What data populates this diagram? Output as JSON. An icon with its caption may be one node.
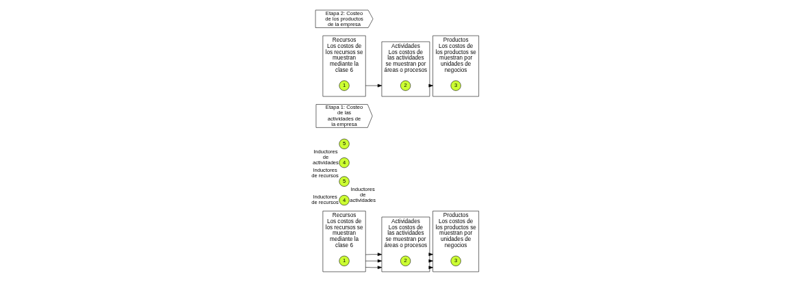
{
  "diagram": {
    "nodes": [
      {
        "text": [
          "Recursos",
          "Los costos de los recursos se muestran mediante la clase 6"
        ]
      },
      {
        "text": [
          "1"
        ],
        "in": 0
      },
      {
        "text": [
          "Actividades",
          "Los costos de las actividades se muestran por áreas o procesos"
        ]
      },
      {
        "text": [
          "2"
        ],
        "in": 2
      },
      {
        "text": [
          "Productos",
          "Los costos de los productos se muestran por unidades de negocios"
        ]
      },
      {
        "text": [
          "3"
        ],
        "in": 4
      },
      {
        "text": [
          "4"
        ],
        "beside": [
          "Inductores de recursos"
        ]
      },
      {
        "text": [
          "5"
        ],
        "beside": [
          "Inductores de actividades"
        ]
      },
      {
        "text": [
          "4"
        ],
        "beside": [
          "Inductores de recursos"
        ]
      },
      {
        "text": [
          "5"
        ],
        "beside": [
          "Inductores de actividades"
        ]
      },
      {
        "text": [
          "Etapa 1: Costeo de las actividades de la empresa"
        ]
      },
      {
        "text": [
          "Recursos",
          "Los costos de los recursos se muestran mediante la clase 6"
        ]
      },
      {
        "text": [
          "1"
        ],
        "in": 11
      },
      {
        "text": [
          "Actividades",
          "Los costos de las actividades se muestran por áreas o procesos"
        ]
      },
      {
        "text": [
          "2"
        ],
        "in": 13
      },
      {
        "text": [
          "Productos",
          "Los costos de los productos se muestran por unidades de negocios"
        ]
      },
      {
        "text": [
          "3"
        ],
        "in": 15
      },
      {
        "text": [
          "Etapa 2: Costeo de los productos de la empresa"
        ]
      }
    ],
    "edges": [
      {
        "from": 0,
        "to": 2,
        "arrow": "to"
      },
      {
        "from": 2,
        "to": 4,
        "arrow": "to"
      },
      {
        "from": 0,
        "to": 2,
        "arrow": "to"
      },
      {
        "from": 2,
        "to": 4,
        "arrow": "to"
      },
      {
        "from": 0,
        "to": 2,
        "arrow": "to"
      },
      {
        "from": 2,
        "to": 4,
        "arrow": "to"
      },
      {
        "from": 11,
        "to": 13,
        "arrow": "to"
      },
      {
        "from": 13,
        "to": 15,
        "arrow": "to"
      }
    ]
  }
}
